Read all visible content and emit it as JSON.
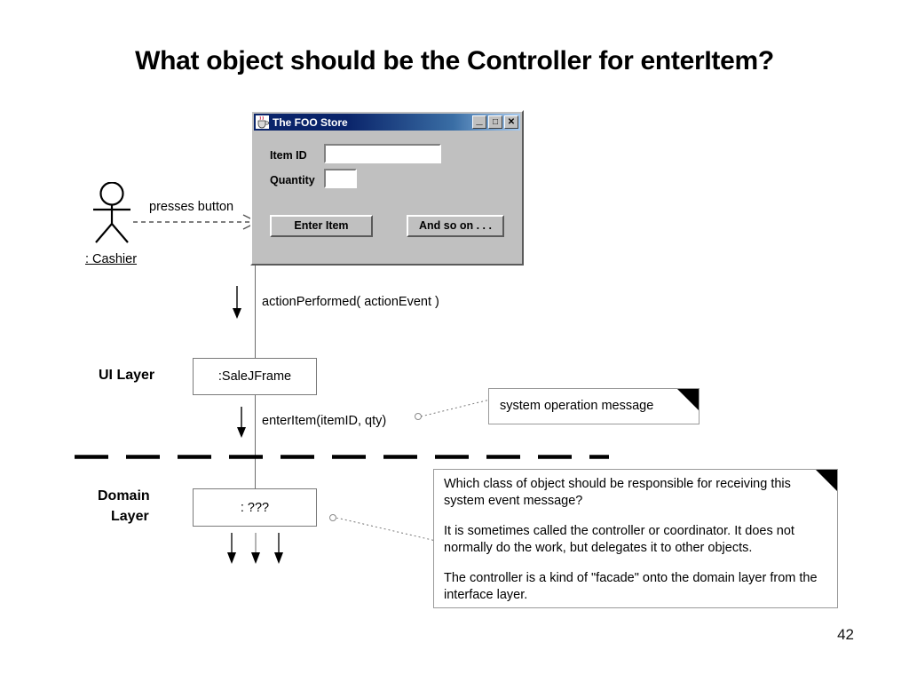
{
  "slide": {
    "title": "What object should be the Controller for enterItem?",
    "page_number": "42"
  },
  "actor": {
    "icon": "stick-figure-actor-icon",
    "label": ": Cashier",
    "message_to_window": "presses button"
  },
  "foo_window": {
    "title": "The FOO Store",
    "app_icon": "java-coffee-cup-icon",
    "minimize_label": "_",
    "maximize_label": "□",
    "close_label": "✕",
    "fields": [
      {
        "label": "Item ID",
        "value": "",
        "placeholder": ""
      },
      {
        "label": "Quantity",
        "value": "",
        "placeholder": ""
      }
    ],
    "buttons": [
      {
        "label": "Enter Item"
      },
      {
        "label": "And so on . . ."
      }
    ]
  },
  "diagram": {
    "messages": {
      "action_performed": "actionPerformed( actionEvent )",
      "enter_item": "enterItem(itemID, qty)"
    },
    "ui_layer": {
      "layer_label": "UI Layer",
      "object_label": ":SaleJFrame"
    },
    "domain_layer": {
      "layer_label_line1": "Domain",
      "layer_label_line2": "Layer",
      "object_label": ": ???"
    }
  },
  "notes": {
    "system_operation": "system operation message",
    "question": {
      "paragraph1": "Which class of object should be responsible for receiving this system event message?",
      "paragraph2": "It is sometimes called the controller or coordinator. It does not normally do the work, but delegates it to other objects.",
      "paragraph3": "The controller is a kind of \"facade\" onto the domain layer from the interface layer."
    }
  },
  "colors": {
    "window_face": "#c0c0c0",
    "titlebar_start": "#0a246a",
    "titlebar_end": "#a6caf0",
    "line": "#6b6b6b",
    "text": "#000000"
  }
}
